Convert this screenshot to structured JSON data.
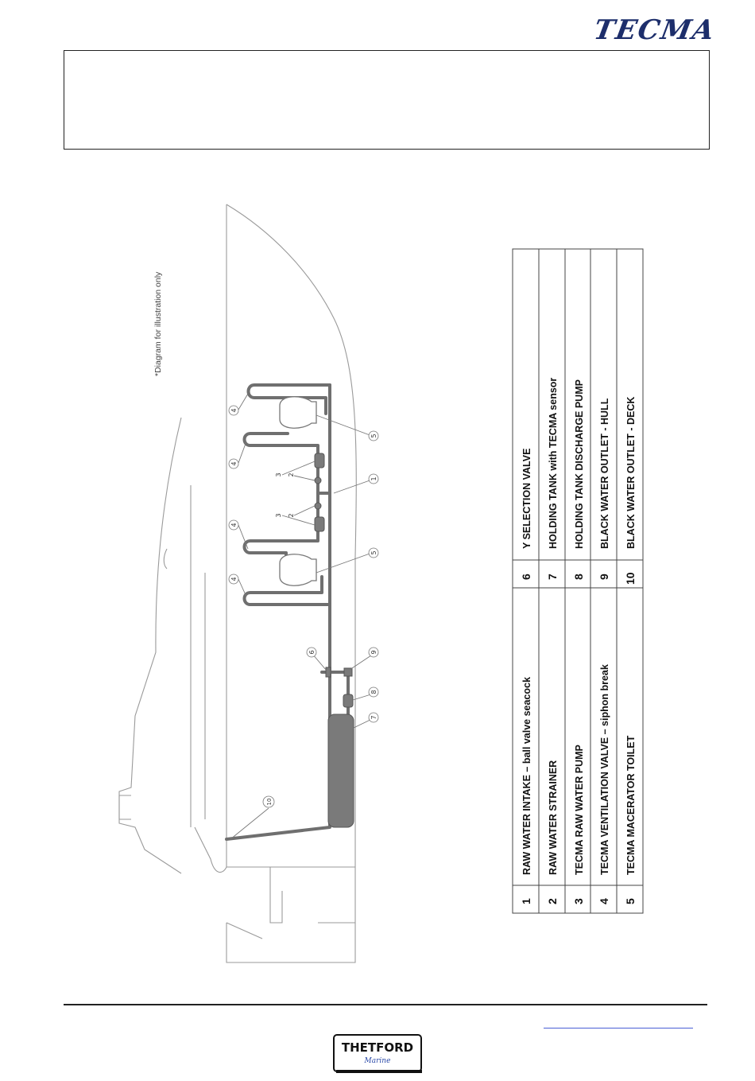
{
  "header": {
    "brand": "TECMA"
  },
  "diagram": {
    "note": "*Diagram for illustration only",
    "callouts": [
      "1",
      "2",
      "3",
      "4",
      "5",
      "6",
      "7",
      "8",
      "9",
      "10"
    ]
  },
  "legend": {
    "rows": [
      {
        "left_num": "1",
        "left_label": "RAW WATER INTAKE – ball valve seacock",
        "right_num": "6",
        "right_label": "Y SELECTION VALVE"
      },
      {
        "left_num": "2",
        "left_label": "RAW WATER STRAINER",
        "right_num": "7",
        "right_label": "HOLDING TANK with TECMA sensor"
      },
      {
        "left_num": "3",
        "left_label": "TECMA RAW WATER PUMP",
        "right_num": "8",
        "right_label": "HOLDING TANK DISCHARGE PUMP"
      },
      {
        "left_num": "4",
        "left_label": "TECMA VENTILATION VALVE – siphon break",
        "right_num": "9",
        "right_label": "BLACK WATER OUTLET - HULL"
      },
      {
        "left_num": "5",
        "left_label": "TECMA MACERATOR TOILET",
        "right_num": "10",
        "right_label": "BLACK WATER OUTLET - DECK"
      }
    ]
  },
  "footer": {
    "logo_main": "THETFORD",
    "logo_sub": "Marine"
  }
}
